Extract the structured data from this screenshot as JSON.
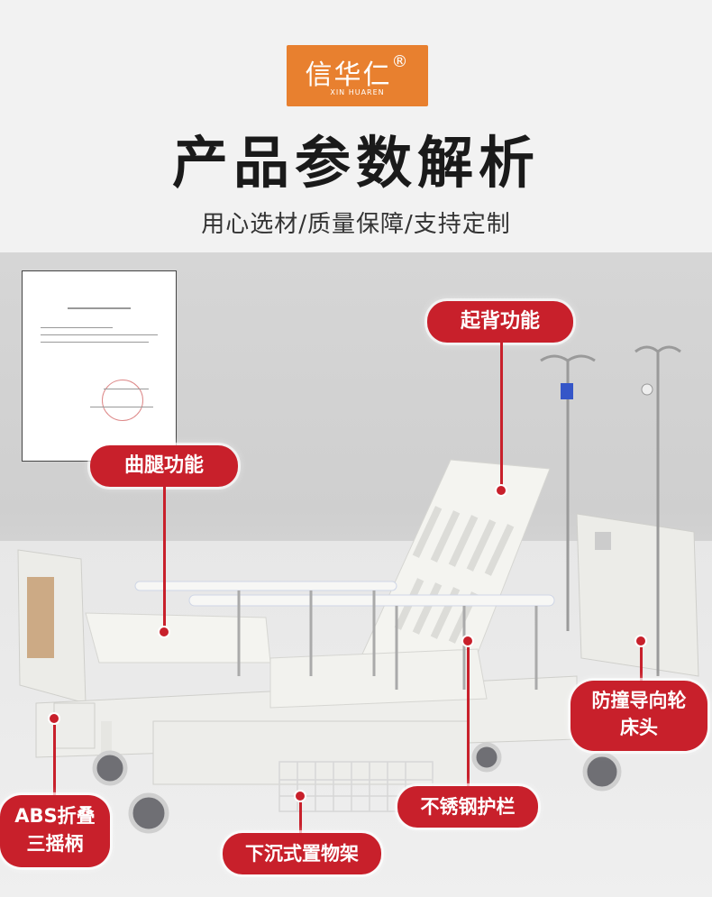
{
  "brand": {
    "name_cn": "信华仁",
    "registered": "®",
    "name_en": "XIN HUAREN",
    "color": "#e8802f"
  },
  "header": {
    "title": "产品参数解析",
    "subtitle": "用心选材/质量保障/支持定制"
  },
  "labels": {
    "back_lift": "起背功能",
    "knee_lift": "曲腿功能",
    "wheels_line1": "防撞导向轮",
    "wheels_line2": "床头",
    "guardrail": "不锈钢护栏",
    "crank_line1": "ABS折叠",
    "crank_line2": "三摇柄",
    "basket": "下沉式置物架"
  },
  "colors": {
    "label_red": "#c8202b",
    "bed_white": "#f4f4f0",
    "frame_gray": "#e9e9e6"
  }
}
